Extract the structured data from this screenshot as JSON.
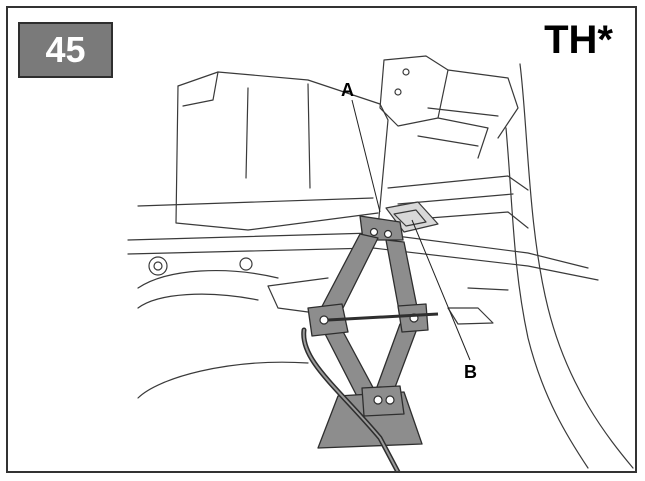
{
  "step": {
    "number": "45"
  },
  "model_code": "TH*",
  "callouts": {
    "a": "A",
    "b": "B"
  },
  "colors": {
    "badge_fill": "#7a7a7a",
    "jack_fill": "#8d8d8d",
    "line": "#3a3a3a",
    "highlight": "#d8d8d8"
  },
  "icons": {
    "illustration": "scissor-jack-under-vehicle-illustration"
  }
}
